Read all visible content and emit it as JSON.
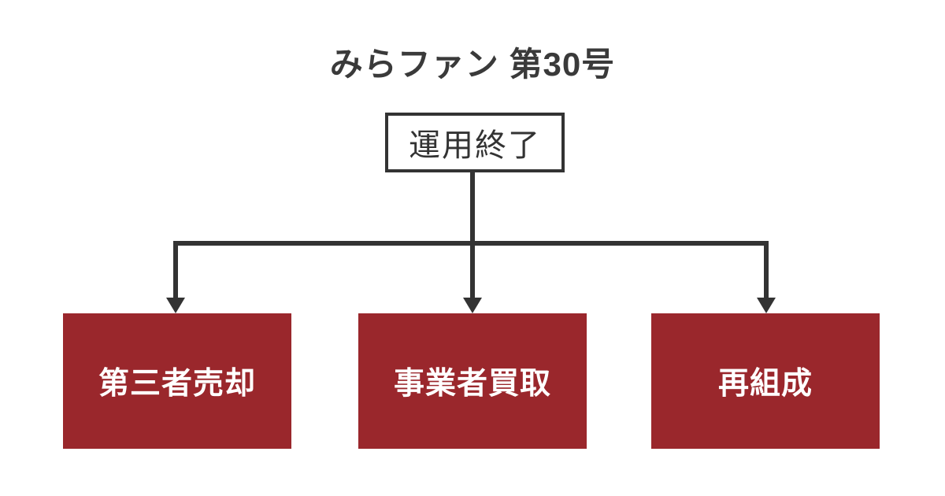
{
  "title": {
    "text": "みらファン 第30号"
  },
  "flow": {
    "root_label": "運用終了",
    "outcomes": [
      {
        "label": "第三者売却"
      },
      {
        "label": "事業者買取"
      },
      {
        "label": "再組成"
      }
    ]
  },
  "colors": {
    "background": "#ffffff",
    "line_dark": "#333333",
    "text_dark": "#3a3a3a",
    "accent_red": "#9a272c",
    "box_text": "#ffffff"
  }
}
